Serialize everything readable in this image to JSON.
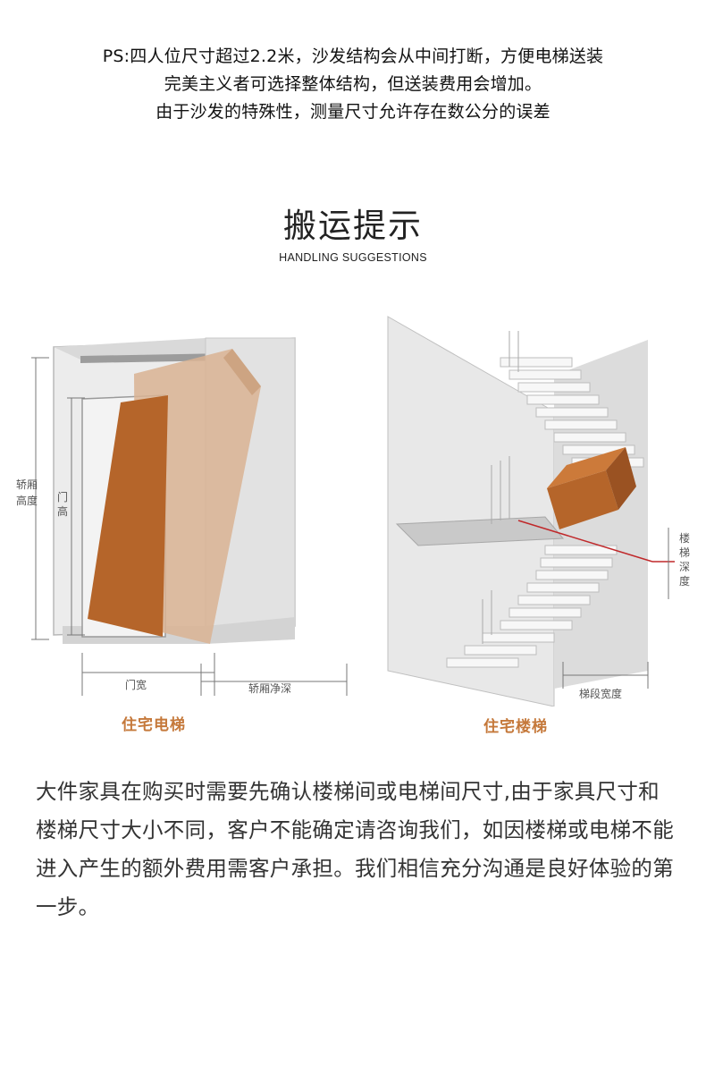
{
  "notes": [
    "PS:四人位尺寸超过2.2米，沙发结构会从中间打断，方便电梯送装",
    "完美主义者可选择整体结构，但送装费用会增加。",
    "由于沙发的特殊性，测量尺寸允许存在数公分的误差"
  ],
  "section": {
    "title": "搬运提示",
    "subtitle": "HANDLING SUGGESTIONS"
  },
  "elevator": {
    "caption": "住宅电梯",
    "label_car_height_1": "轿厢",
    "label_car_height_2": "高度",
    "label_door_height_1": "门",
    "label_door_height_2": "高",
    "label_door_width": "门宽",
    "label_car_depth": "轿厢净深"
  },
  "stairs": {
    "caption": "住宅楼梯",
    "label_stair_depth_1": "楼",
    "label_stair_depth_2": "梯",
    "label_stair_depth_3": "深",
    "label_stair_depth_4": "度",
    "label_flight_width": "梯段宽度"
  },
  "body": "大件家具在购买时需要先确认楼梯间或电梯间尺寸,由于家具尺寸和楼梯尺寸大小不同，客户不能确定请咨询我们，如因楼梯或电梯不能进入产生的额外费用需客户承担。我们相信充分沟通是良好体验的第一步。",
  "colors": {
    "accent": "#c5793b",
    "box": "#b5652a",
    "box_ghost": "#d9b393",
    "guide_red": "#c0282a"
  }
}
